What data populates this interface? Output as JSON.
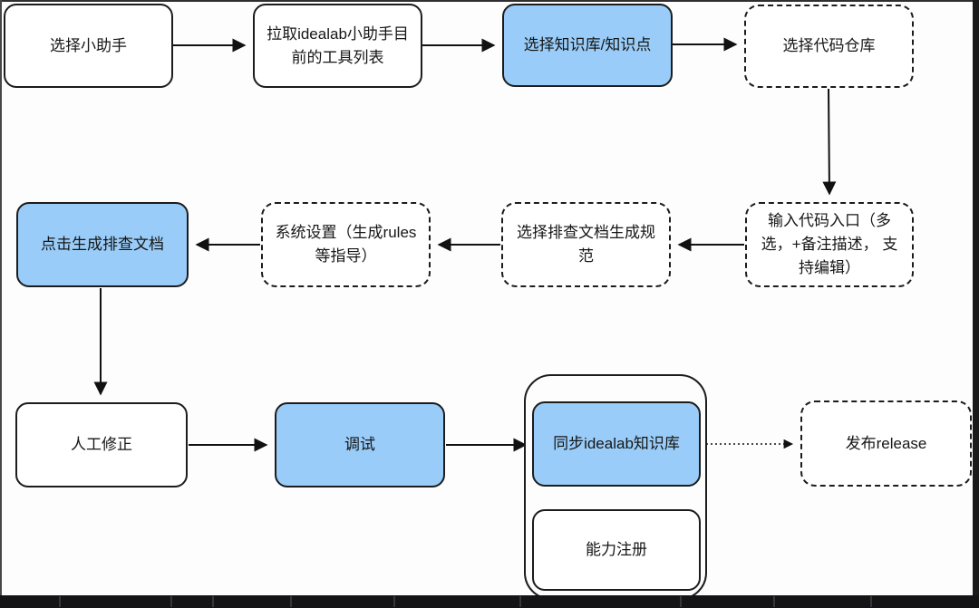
{
  "colors": {
    "node_blue": "#99ccf8",
    "node_border": "#1c1c1c",
    "canvas_background": "#fdfdfd"
  },
  "flowchart": {
    "nodes": {
      "select_assistant": {
        "label": "选择小助手",
        "style": "solid"
      },
      "pull_tools": {
        "label": "拉取idealab小助手目\n前的工具列表",
        "style": "solid"
      },
      "select_kb": {
        "label": "选择知识库/知识点",
        "style": "blue"
      },
      "select_repo": {
        "label": "选择代码仓库",
        "style": "dashed"
      },
      "input_entry": {
        "label": "输入代码入口（多\n选，+备注描述， 支\n持编辑）",
        "style": "dashed"
      },
      "select_spec": {
        "label": "选择排查文档生成规\n范",
        "style": "dashed"
      },
      "system_settings": {
        "label": "系统设置（生成rules\n等指导）",
        "style": "dashed"
      },
      "generate_doc": {
        "label": "点击生成排查文档",
        "style": "blue"
      },
      "manual_fix": {
        "label": "人工修正",
        "style": "solid"
      },
      "debug": {
        "label": "调试",
        "style": "blue"
      },
      "sync_kb": {
        "label": "同步idealab知识库",
        "style": "blue"
      },
      "capability_reg": {
        "label": "能力注册",
        "style": "solid"
      },
      "release": {
        "label": "发布release",
        "style": "dashed"
      }
    },
    "edges": [
      {
        "from": "select_assistant",
        "to": "pull_tools",
        "style": "solid-arrow"
      },
      {
        "from": "pull_tools",
        "to": "select_kb",
        "style": "solid-arrow"
      },
      {
        "from": "select_kb",
        "to": "select_repo",
        "style": "solid-arrow"
      },
      {
        "from": "select_repo",
        "to": "input_entry",
        "style": "solid-arrow"
      },
      {
        "from": "input_entry",
        "to": "select_spec",
        "style": "solid-arrow"
      },
      {
        "from": "select_spec",
        "to": "system_settings",
        "style": "solid-arrow"
      },
      {
        "from": "system_settings",
        "to": "generate_doc",
        "style": "solid-arrow"
      },
      {
        "from": "generate_doc",
        "to": "manual_fix",
        "style": "solid-arrow"
      },
      {
        "from": "manual_fix",
        "to": "debug",
        "style": "solid-arrow"
      },
      {
        "from": "debug",
        "to": "sync_kb",
        "style": "solid-arrow"
      },
      {
        "from": "sync_kb",
        "to": "release",
        "style": "dotted-arrow"
      }
    ]
  }
}
